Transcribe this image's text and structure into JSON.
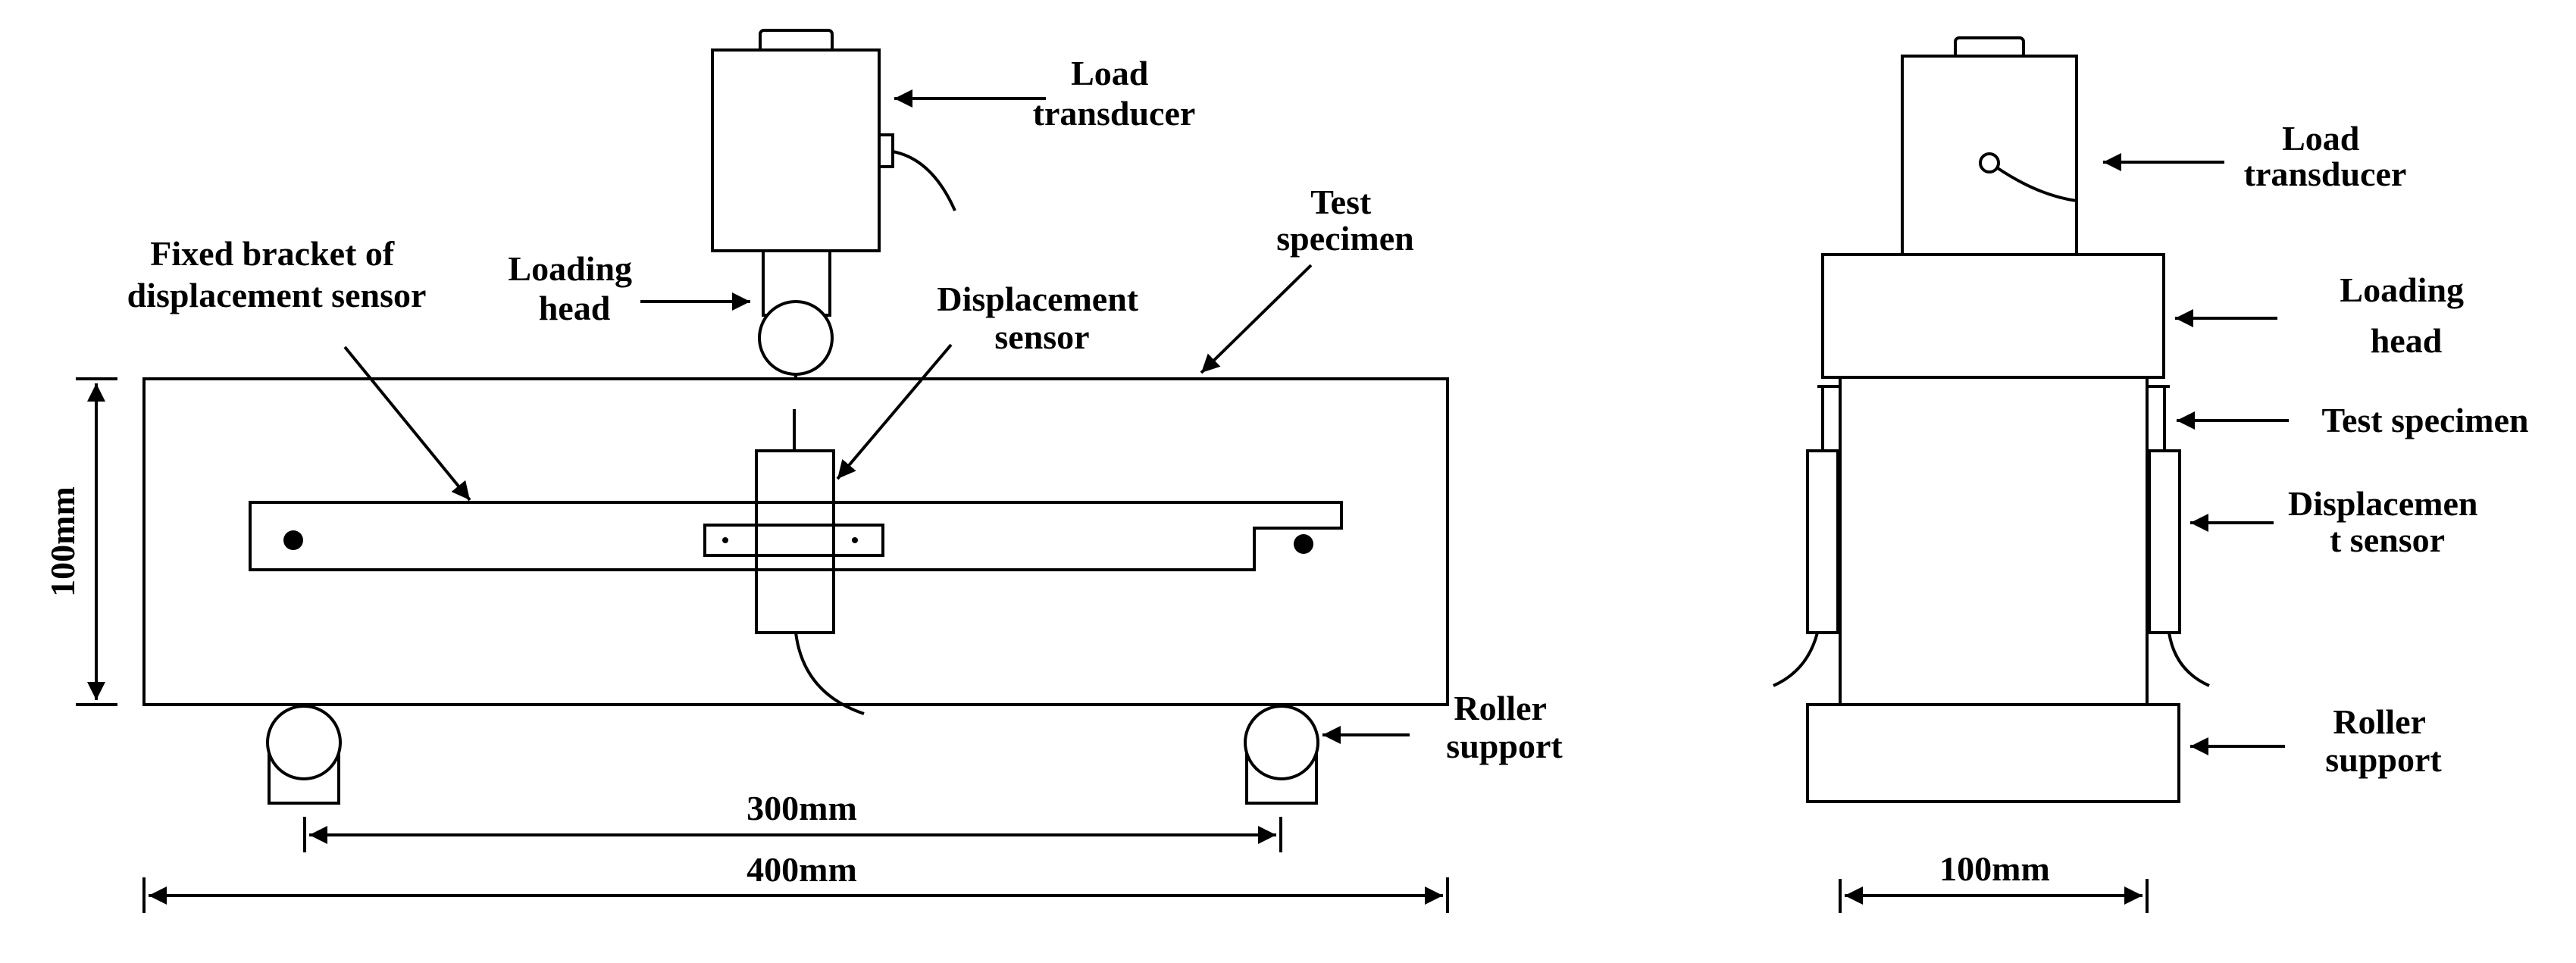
{
  "front_view": {
    "load_transducer": [
      "Load",
      "transducer"
    ],
    "loading_head": [
      "Loading",
      "head"
    ],
    "test_specimen": [
      "Test",
      "specimen"
    ],
    "fixed_bracket": [
      "Fixed bracket of",
      "displacement sensor"
    ],
    "displacement_sensor": [
      "Displacement",
      "sensor"
    ],
    "roller_support": [
      "Roller",
      "support"
    ],
    "dim_height": "100mm",
    "dim_span": "300mm",
    "dim_length": "400mm"
  },
  "side_view": {
    "load_transducer": [
      "Load",
      "transducer"
    ],
    "loading_head": [
      "Loading",
      "head"
    ],
    "test_specimen": "Test specimen",
    "displacement_sensor": [
      "Displacemen",
      "t sensor"
    ],
    "roller_support": [
      "Roller",
      "support"
    ],
    "dim_width": "100mm"
  }
}
